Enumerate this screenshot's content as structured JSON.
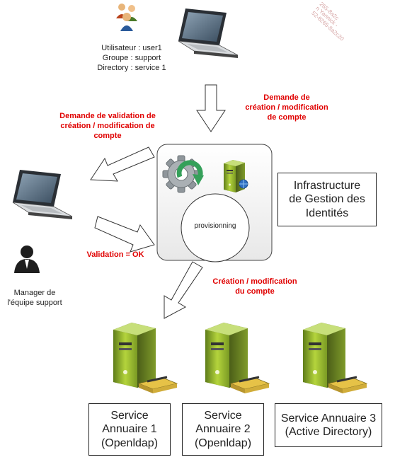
{
  "user_block": {
    "line1": "Utilisateur : user1",
    "line2": "Groupe : support",
    "line3": "Directory : service 1"
  },
  "labels": {
    "demande_creation": [
      "Demande de",
      "création / modification",
      "de compte"
    ],
    "demande_validation": [
      "Demande de validation de",
      "création / modification de",
      "compte"
    ],
    "validation_ok": "Validation = OK",
    "creation_modification": [
      "Création / modification",
      "du compte"
    ],
    "manager": [
      "Manager de",
      "l'équipe support"
    ]
  },
  "core": {
    "provisionning": "provisionning",
    "infra_title": [
      "Infrastructure",
      "de Gestion des",
      "Identités"
    ]
  },
  "services": [
    {
      "name": [
        "Service",
        "Annuaire 1",
        "(Openldap)"
      ]
    },
    {
      "name": [
        "Service",
        "Annuaire 2",
        "(Openldap)"
      ]
    },
    {
      "name": [
        "Service Annuaire 3",
        "(Active Directory)"
      ]
    }
  ],
  "watermark": [
    "265-8a2c",
    "n Yannick -",
    "52-8265-8a2c20"
  ],
  "colors": {
    "label_red": "#e00000",
    "server_green": "#9ab832",
    "server_yellow": "#e0c34c",
    "gear_gray": "#9aa0a4",
    "arrow_green": "#3aa35a"
  }
}
